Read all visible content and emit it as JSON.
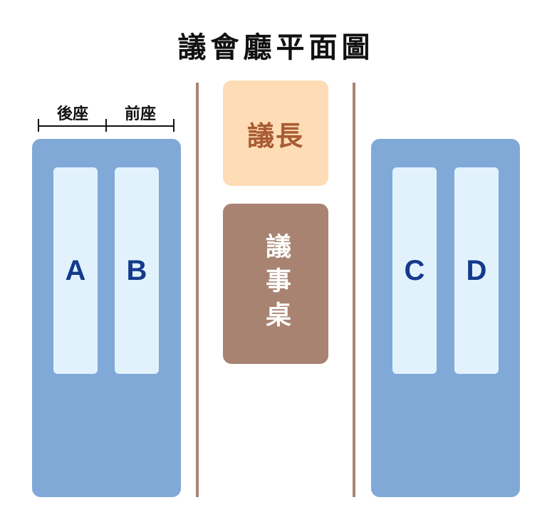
{
  "title": "議會廳平面圖",
  "seat_labels": {
    "back": "後座",
    "front": "前座"
  },
  "speaker": {
    "label": "議長"
  },
  "rostrum": {
    "label": "議事桌"
  },
  "blocks": [
    {
      "strips": [
        "A",
        "B"
      ]
    },
    {
      "strips": [
        "C",
        "D"
      ]
    }
  ],
  "colors": {
    "block": "#80a9d8",
    "strip": "#e2f2fd",
    "strip_text": "#143a8c",
    "divider": "#a88372",
    "speaker_bg": "#fddcb6",
    "speaker_text": "#a85b32",
    "rostrum_bg": "#a88372",
    "rostrum_text": "#ffffff"
  }
}
